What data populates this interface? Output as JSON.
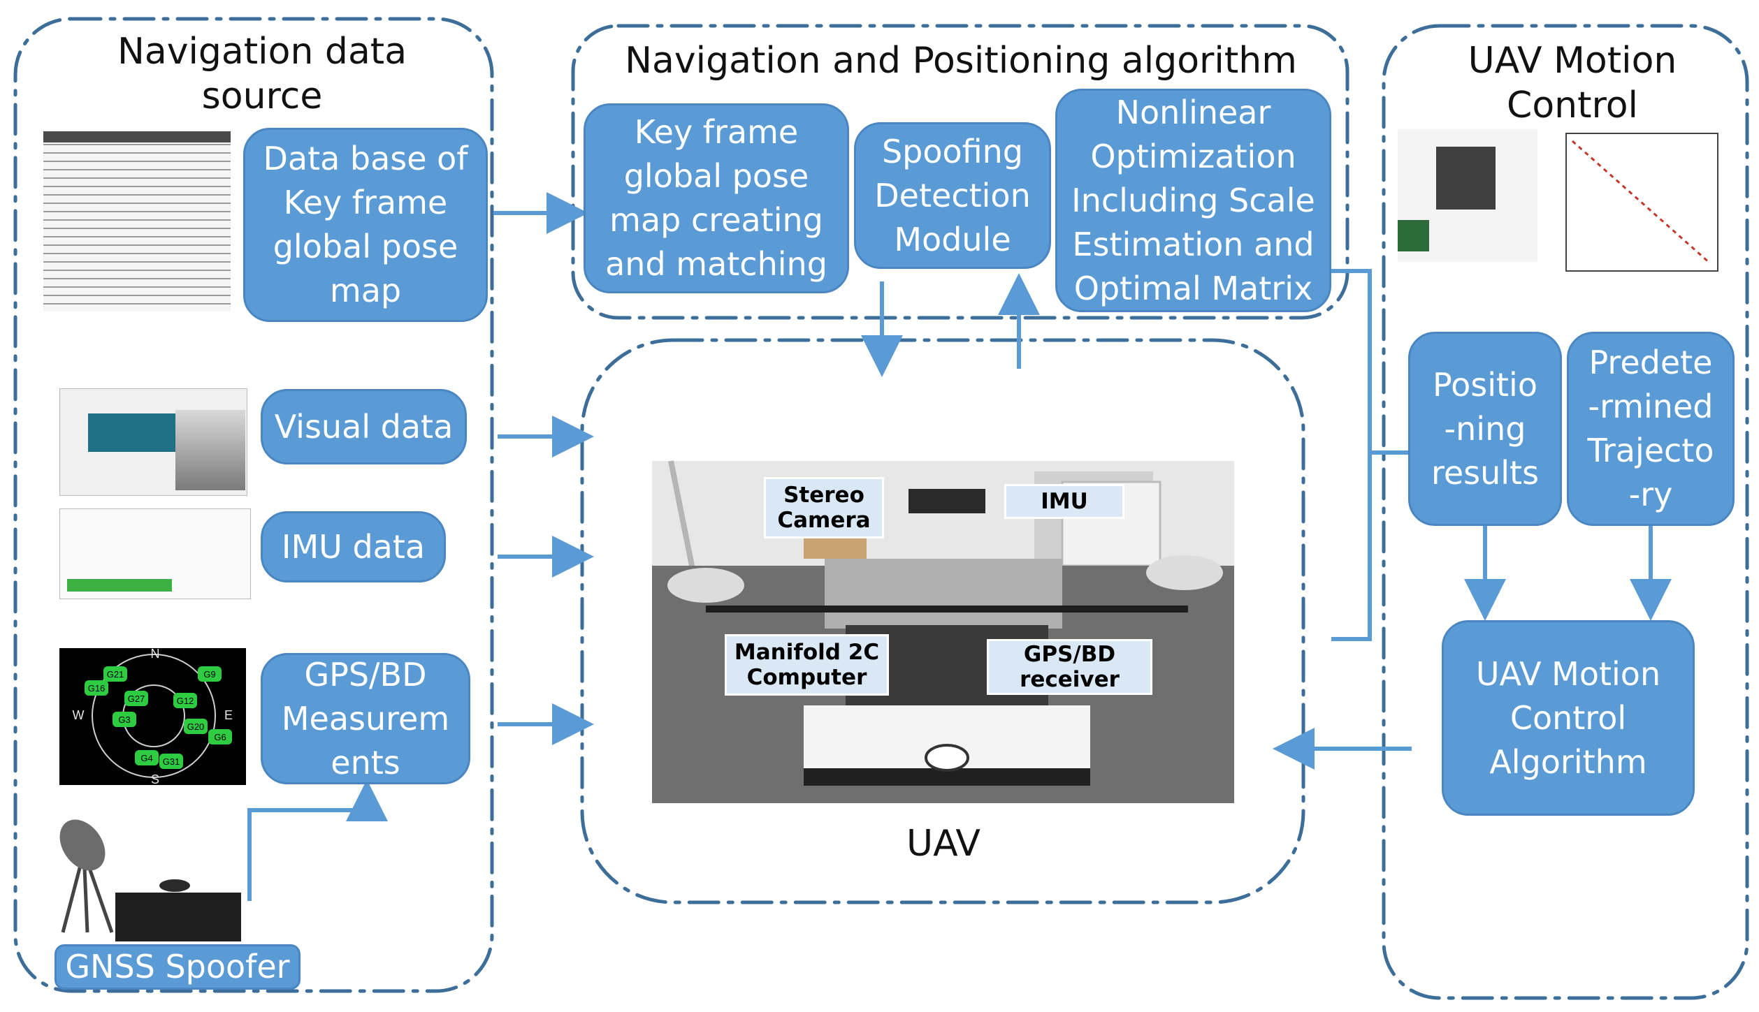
{
  "regions": {
    "navigation_data_source": {
      "title": "Navigation data\nsource"
    },
    "navigation_positioning_algorithm": {
      "title": "Navigation and Positioning algorithm"
    },
    "uav_motion_control": {
      "title": "UAV Motion\nControl"
    },
    "uav": {
      "title": "UAV"
    }
  },
  "boxes": {
    "keyframe_database": "Data base of\nKey frame\nglobal pose\nmap",
    "visual_data": "Visual data",
    "imu_data": "IMU data",
    "gps_bd_measurements": "GPS/BD\nMeasurem\nents",
    "gnss_spoofer": "GNSS Spoofer",
    "keyframe_pose_map": "Key frame\nglobal pose\nmap creating\nand matching",
    "spoofing_detection": "Spoofing\nDetection\nModule",
    "nonlinear_optimization": "Nonlinear\nOptimization\nIncluding Scale\nEstimation and\nOptimal Matrix",
    "positioning_results": "Positio\n-ning\nresults",
    "predetermined_trajectory": "Predete\n-rmined\nTrajecto\n-ry",
    "motion_control_algorithm": "UAV Motion\nControl\nAlgorithm"
  },
  "photo_labels": {
    "stereo_camera": "Stereo\nCamera",
    "imu": "IMU",
    "manifold_computer": "Manifold 2C\nComputer",
    "gps_bd_receiver": "GPS/BD\nreceiver"
  },
  "skyplot": {
    "compass": [
      "N",
      "E",
      "S",
      "W"
    ],
    "satellites": [
      "G21",
      "G9",
      "G16",
      "G27",
      "G12",
      "G3",
      "G20",
      "G6",
      "G4",
      "G31"
    ]
  },
  "colors": {
    "box_fill": "#5b9bd5",
    "box_border": "#4a86c2",
    "arrow": "#5b9bd5",
    "dashed_frame": "#3d6e99",
    "tag_fill": "#dae8f5"
  }
}
